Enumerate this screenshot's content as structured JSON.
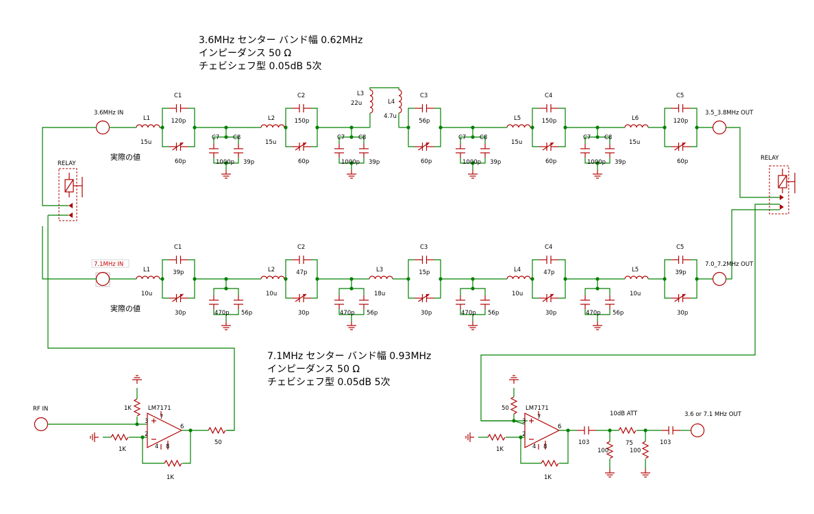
{
  "top_title": {
    "line1": "3.6MHz センター バンド幅 0.62MHz",
    "line2": "インピーダンス 50 Ω",
    "line3": "チェビシェフ型 0.05dB 5次"
  },
  "bottom_title": {
    "line1": "7.1MHz センター バンド幅 0.93MHz",
    "line2": "インピーダンス 50 Ω",
    "line3": "チェビシェフ型 0.05dB 5次"
  },
  "top_filter": {
    "in_label": "3.6MHz IN",
    "out_label": "3.5_3.8MHz OUT",
    "note": "実際の値",
    "L1": {
      "name": "L1",
      "value": "15u"
    },
    "L2": {
      "name": "L2",
      "value": "15u"
    },
    "L3": {
      "name": "L3",
      "value": "22u"
    },
    "L4": {
      "name": "L4",
      "value": "4.7u"
    },
    "L5": {
      "name": "L5",
      "value": "15u"
    },
    "L6": {
      "name": "L6",
      "value": "15u"
    },
    "series_caps": [
      {
        "name": "C1",
        "value": "120p",
        "trim": "60p"
      },
      {
        "name": "C2",
        "value": "150p",
        "trim": "60p"
      },
      {
        "name": "C3",
        "value": "56p",
        "trim": "60p"
      },
      {
        "name": "C4",
        "value": "150p",
        "trim": "60p"
      },
      {
        "name": "C5",
        "value": "120p",
        "trim": "60p"
      }
    ],
    "shunts": [
      {
        "n1": "C7",
        "n2": "C8",
        "v1": "1000p",
        "v2": "39p"
      },
      {
        "n1": "C7",
        "n2": "C8",
        "v1": "1000p",
        "v2": "39p"
      },
      {
        "n1": "C7",
        "n2": "C8",
        "v1": "1000p",
        "v2": "39p"
      },
      {
        "n1": "C7",
        "n2": "C8",
        "v1": "1000p",
        "v2": "39p"
      }
    ]
  },
  "bottom_filter": {
    "in_label": "7.1MHz IN",
    "out_label": "7.0_7.2MHz OUT",
    "note": "実際の値",
    "inductors": [
      {
        "name": "L1",
        "value": "10u"
      },
      {
        "name": "L2",
        "value": "10u"
      },
      {
        "name": "L3",
        "value": "18u"
      },
      {
        "name": "L4",
        "value": "10u"
      },
      {
        "name": "L5",
        "value": "10u"
      }
    ],
    "series_caps": [
      {
        "name": "C1",
        "value": "39p",
        "trim": "30p"
      },
      {
        "name": "C2",
        "value": "47p",
        "trim": "30p"
      },
      {
        "name": "C3",
        "value": "15p",
        "trim": "30p"
      },
      {
        "name": "C4",
        "value": "47p",
        "trim": "30p"
      },
      {
        "name": "C5",
        "value": "39p",
        "trim": "30p"
      }
    ],
    "shunts": [
      {
        "v1": "470p",
        "v2": "56p"
      },
      {
        "v1": "470p",
        "v2": "56p"
      },
      {
        "v1": "470p",
        "v2": "56p"
      },
      {
        "v1": "470p",
        "v2": "56p"
      }
    ]
  },
  "relays": {
    "left": "RELAY",
    "right": "RELAY"
  },
  "input_amp": {
    "rf_in": "RF IN",
    "opamp": "LM7171",
    "r_bias": "1K",
    "r_in": "1K",
    "r_fb": "1K",
    "r_out": "50",
    "pin_noninv": "3",
    "pin_inv": "2",
    "pin_out": "6",
    "pin_vcc": "7",
    "pin_vee": "4",
    "pin_8": "8"
  },
  "output_amp": {
    "opamp": "LM7171",
    "r_bias": "50",
    "r_in": "1K",
    "r_fb": "1K",
    "pin_noninv": "3",
    "pin_inv": "2",
    "pin_out": "6",
    "pin_vcc": "7",
    "pin_vee": "4",
    "pin_8": "8",
    "cap1": "103",
    "att_label": "10dB ATT",
    "att_r1": "100",
    "att_r2": "75",
    "att_r3": "100",
    "cap2": "103",
    "out_label": "3.6 or 7.1 MHz OUT"
  }
}
